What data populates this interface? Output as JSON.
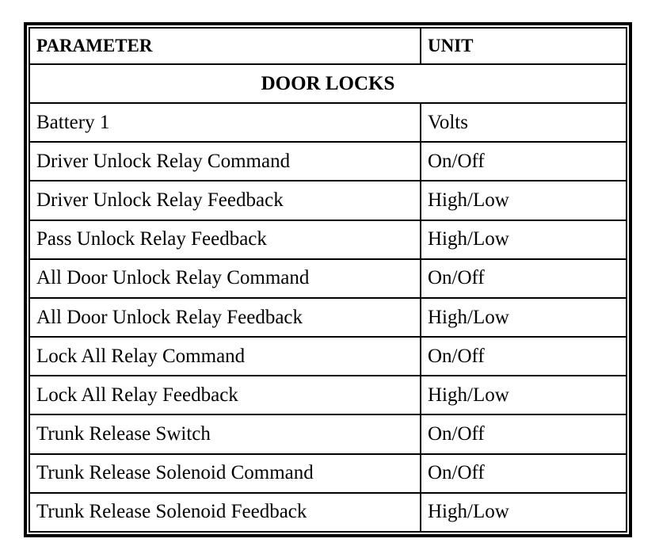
{
  "table": {
    "headers": [
      "PARAMETER",
      "UNIT"
    ],
    "section": "DOOR LOCKS",
    "rows": [
      {
        "parameter": "Battery 1",
        "unit": "Volts"
      },
      {
        "parameter": "Driver Unlock Relay Command",
        "unit": "On/Off"
      },
      {
        "parameter": "Driver Unlock Relay Feedback",
        "unit": "High/Low"
      },
      {
        "parameter": "Pass Unlock Relay Feedback",
        "unit": "High/Low"
      },
      {
        "parameter": "All Door Unlock Relay Command",
        "unit": "On/Off"
      },
      {
        "parameter": "All Door Unlock Relay Feedback",
        "unit": "High/Low"
      },
      {
        "parameter": "Lock All Relay Command",
        "unit": "On/Off"
      },
      {
        "parameter": "Lock All Relay Feedback",
        "unit": "High/Low"
      },
      {
        "parameter": "Trunk Release Switch",
        "unit": "On/Off"
      },
      {
        "parameter": "Trunk Release Solenoid Command",
        "unit": "On/Off"
      },
      {
        "parameter": "Trunk Release Solenoid Feedback",
        "unit": "High/Low"
      }
    ]
  }
}
